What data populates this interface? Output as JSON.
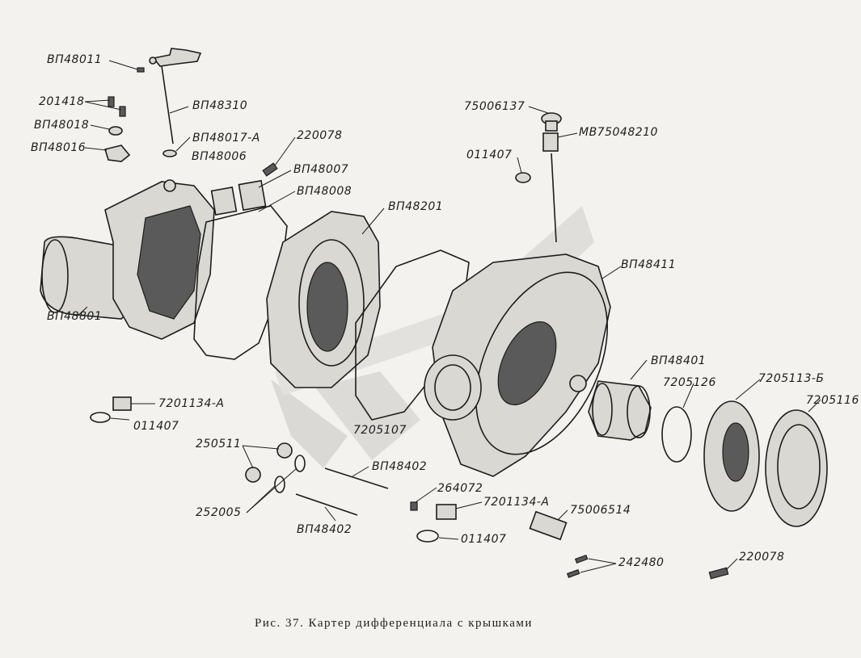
{
  "labels": [
    {
      "id": "l1",
      "text": "ВП48011"
    },
    {
      "id": "l2",
      "text": "201418"
    },
    {
      "id": "l3",
      "text": "ВП48018"
    },
    {
      "id": "l4",
      "text": "ВП48016"
    },
    {
      "id": "l5",
      "text": "ВП48310"
    },
    {
      "id": "l6",
      "text": "ВП48017-А"
    },
    {
      "id": "l7",
      "text": "ВП48006"
    },
    {
      "id": "l8",
      "text": "220078"
    },
    {
      "id": "l9",
      "text": "ВП48007"
    },
    {
      "id": "l10",
      "text": "ВП48008"
    },
    {
      "id": "l11",
      "text": "ВП48201"
    },
    {
      "id": "l12",
      "text": "75006137"
    },
    {
      "id": "l13",
      "text": "МВ75048210"
    },
    {
      "id": "l14",
      "text": "011407"
    },
    {
      "id": "l15",
      "text": "ВП48411"
    },
    {
      "id": "l16",
      "text": "ВП48801"
    },
    {
      "id": "l17",
      "text": "ВП48401"
    },
    {
      "id": "l18",
      "text": "7205126"
    },
    {
      "id": "l19",
      "text": "7205113-Б"
    },
    {
      "id": "l20",
      "text": "7205116"
    },
    {
      "id": "l21",
      "text": "7201134-А"
    },
    {
      "id": "l22",
      "text": "011407"
    },
    {
      "id": "l23",
      "text": "7205107"
    },
    {
      "id": "l24",
      "text": "250511"
    },
    {
      "id": "l25",
      "text": "ВП48402"
    },
    {
      "id": "l26",
      "text": "252005"
    },
    {
      "id": "l27",
      "text": "ВП48402"
    },
    {
      "id": "l28",
      "text": "264072"
    },
    {
      "id": "l29",
      "text": "7201134-А"
    },
    {
      "id": "l30",
      "text": "75006514"
    },
    {
      "id": "l31",
      "text": "011407"
    },
    {
      "id": "l32",
      "text": "242480"
    },
    {
      "id": "l33",
      "text": "220078"
    }
  ],
  "caption": "Рис. 37. Картер дифференциала с крышками"
}
